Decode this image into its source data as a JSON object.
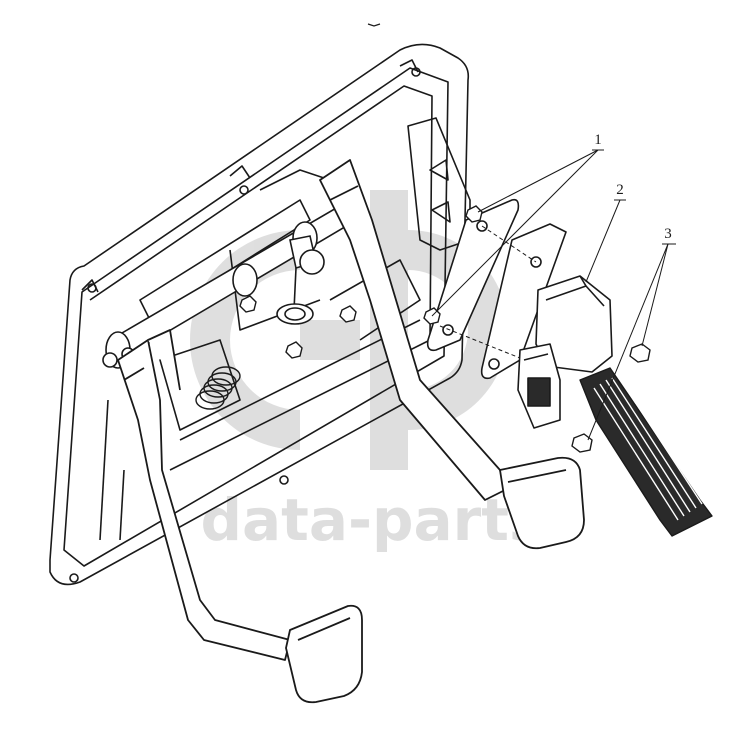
{
  "callouts": [
    {
      "label": "1"
    },
    {
      "label": "2"
    },
    {
      "label": "3"
    }
  ],
  "watermark": {
    "text": "data-parts",
    "logo": "gp-logo"
  },
  "colors": {
    "line": "#1a1a1a",
    "watermark": "#bdbdbd",
    "pedal_pad": "#2a2a2a"
  }
}
